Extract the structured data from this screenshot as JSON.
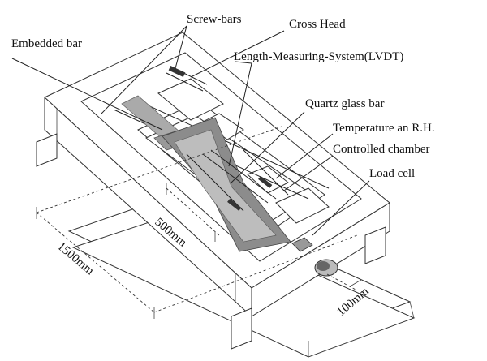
{
  "labels": {
    "screw_bars": "Screw-bars",
    "cross_head": "Cross Head",
    "embedded_bar": "Embedded bar",
    "lvdt": "Length-Measuring-System(LVDT)",
    "quartz": "Quartz glass bar",
    "temp_line1": "Temperature an R.H.",
    "temp_line2": "Controlled chamber",
    "load_cell": "Load cell",
    "dim_500": "500mm",
    "dim_1500": "1500mm",
    "dim_100": "100mm"
  }
}
